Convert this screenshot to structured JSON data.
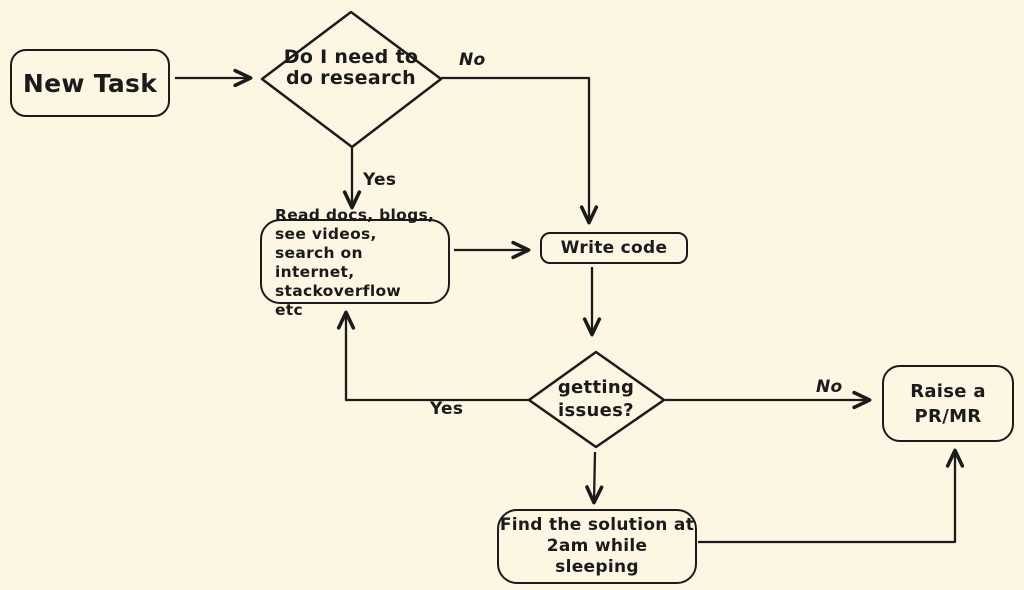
{
  "canvas": {
    "background_color": "#fdf6e3",
    "stroke_color": "#1b1b1b"
  },
  "nodes": {
    "new_task": {
      "label": "New Task"
    },
    "research_decision": {
      "lines": [
        "Do I need",
        "to do",
        "research"
      ]
    },
    "read_docs": {
      "lines": [
        "Read docs, blogs,",
        "see videos, search on",
        "internet, stackoverflow",
        "etc"
      ]
    },
    "write_code": {
      "label": "Write code"
    },
    "getting_issues": {
      "lines": [
        "getting",
        "issues?"
      ]
    },
    "raise_pr": {
      "lines": [
        "Raise a",
        "PR/MR"
      ]
    },
    "find_solution": {
      "lines": [
        "Find the solution at",
        "2am while",
        "sleeping"
      ]
    }
  },
  "edge_labels": {
    "research_no": "No",
    "research_yes": "Yes",
    "issues_yes": "Yes",
    "issues_no": "No"
  }
}
